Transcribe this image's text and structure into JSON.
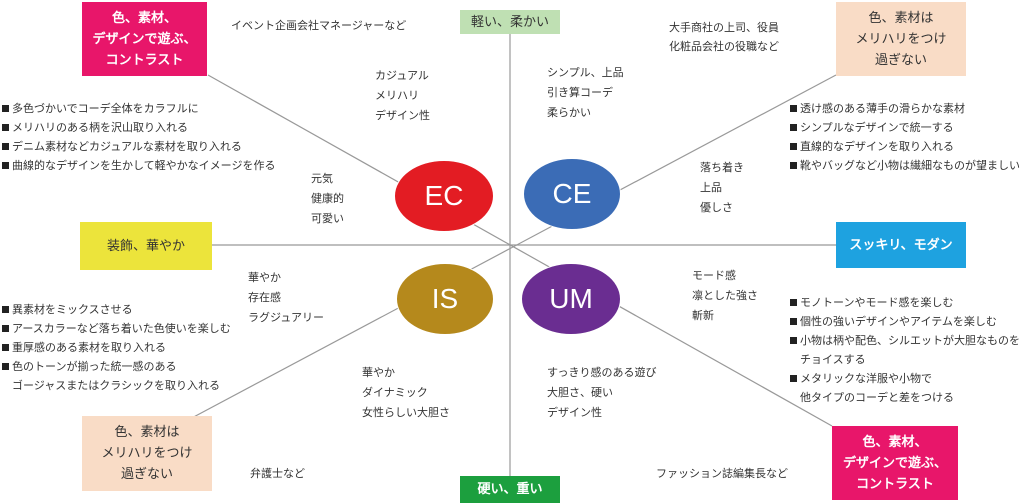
{
  "colors": {
    "ec": "#e31c23",
    "ce": "#3b6cb6",
    "is": "#b5891c",
    "um": "#6a2d91",
    "magenta": "#e8166a",
    "peach": "#f9dcc6",
    "axis_line": "#999999"
  },
  "axis": {
    "top": "軽い、柔かい",
    "bottom": "硬い、重い",
    "left": "装飾、華やか",
    "right": "スッキリ、モダン"
  },
  "quadrants": {
    "ec": {
      "code": "EC",
      "box": "色、素材、\nデザインで遊ぶ、\nコントラスト",
      "persona": "イベント企画会社マネージャーなど",
      "keywords": [
        "カジュアル",
        "メリハリ",
        "デザイン性"
      ],
      "inner_keywords": [
        "元気",
        "健康的",
        "可愛い"
      ],
      "tips": [
        "多色づかいでコーデ全体をカラフルに",
        "メリハリのある柄を沢山取り入れる",
        "デニム素材などカジュアルな素材を取り入れる",
        "曲線的なデザインを生かして軽やかなイメージを作る"
      ]
    },
    "ce": {
      "code": "CE",
      "box": "色、素材は\nメリハリをつけ\n過ぎない",
      "persona_lines": [
        "大手商社の上司、役員",
        "化粧品会社の役職など"
      ],
      "keywords": [
        "シンプル、上品",
        "引き算コーデ",
        "柔らかい"
      ],
      "inner_keywords": [
        "落ち着き",
        "上品",
        "優しさ"
      ],
      "tips": [
        "透け感のある薄手の滑らかな素材",
        "シンプルなデザインで統一する",
        "直線的なデザインを取り入れる",
        "靴やバッグなど小物は繊細なものが望ましい"
      ]
    },
    "is": {
      "code": "IS",
      "box": "色、素材は\nメリハリをつけ\n過ぎない",
      "persona": "弁護士など",
      "keywords": [
        "華やか",
        "ダイナミック",
        "女性らしい大胆さ"
      ],
      "inner_keywords": [
        "華やか",
        "存在感",
        "ラグジュアリー"
      ],
      "tips": [
        "異素材をミックスさせる",
        "アースカラーなど落ち着いた色使いを楽しむ",
        "重厚感のある素材を取り入れる",
        "色のトーンが揃った統一感のある"
      ],
      "tips_continuation": "ゴージャスまたはクラシックを取り入れる"
    },
    "um": {
      "code": "UM",
      "box": "色、素材、\nデザインで遊ぶ、\nコントラスト",
      "persona": "ファッション誌編集長など",
      "keywords": [
        "すっきり感のある遊び",
        "大胆さ、硬い",
        "デザイン性"
      ],
      "inner_keywords": [
        "モード感",
        "凛とした強さ",
        "斬新"
      ],
      "tips": [
        "モノトーンやモード感を楽しむ",
        "個性の強いデザインやアイテムを楽しむ",
        "小物は柄や配色、シルエットが大胆なものを",
        "メタリックな洋服や小物で"
      ],
      "tips_continuations": [
        "チョイスする",
        "他タイプのコーデと差をつける"
      ]
    }
  }
}
